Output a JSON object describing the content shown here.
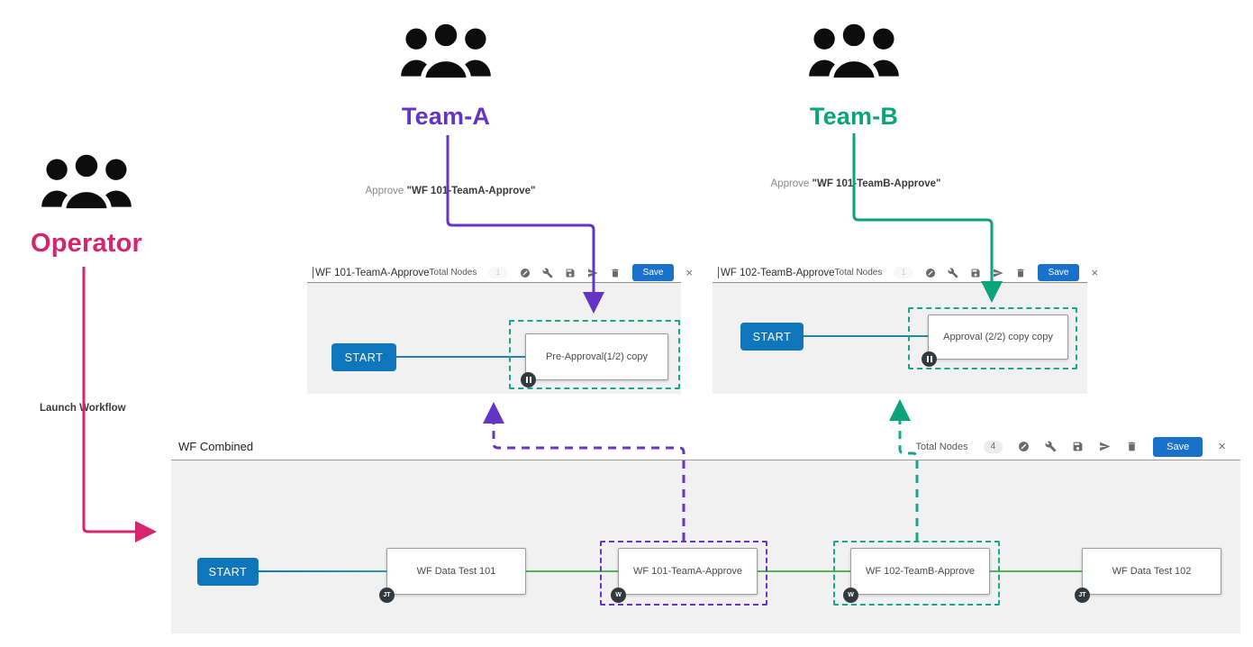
{
  "actors": {
    "operator": {
      "label": "Operator",
      "action": "Launch Workflow"
    },
    "team_a": {
      "label": "Team-A",
      "action_prefix": "Approve ",
      "action_target": "\"WF 101-TeamA-Approve\""
    },
    "team_b": {
      "label": "Team-B",
      "action_prefix": "Approve ",
      "action_target": "\"WF 101-TeamB-Approve\""
    }
  },
  "toolbar": {
    "total_nodes_label": "Total Nodes",
    "save_label": "Save",
    "close_label": "×",
    "icons": [
      "validate-icon",
      "wrench-icon",
      "save-disk-icon",
      "send-icon",
      "delete-icon"
    ]
  },
  "panels": {
    "wf101": {
      "title": "WF 101-TeamA-Approve",
      "total_nodes_count": "1",
      "start_label": "START",
      "node_label": "Pre-Approval(1/2) copy",
      "node_badge": "pause"
    },
    "wf102": {
      "title": "WF 102-TeamB-Approve",
      "total_nodes_count": "1",
      "start_label": "START",
      "node_label": "Approval (2/2) copy copy",
      "node_badge": "pause"
    },
    "combined": {
      "title": "WF Combined",
      "total_nodes_count": "4",
      "start_label": "START",
      "nodes": [
        {
          "label": "WF Data Test 101",
          "badge": "JT"
        },
        {
          "label": "WF 101-TeamA-Approve",
          "badge": "W"
        },
        {
          "label": "WF 102-TeamB-Approve",
          "badge": "W"
        },
        {
          "label": "WF Data Test 102",
          "badge": "JT"
        }
      ]
    }
  },
  "colors": {
    "operator_pink": "#d6246e",
    "team_a_purple": "#6434c4",
    "team_b_teal": "#0aa47a",
    "start_blue": "#1076bc",
    "save_blue": "#1971c9",
    "edge_green": "#57b257",
    "selection_teal": "#17a689"
  }
}
